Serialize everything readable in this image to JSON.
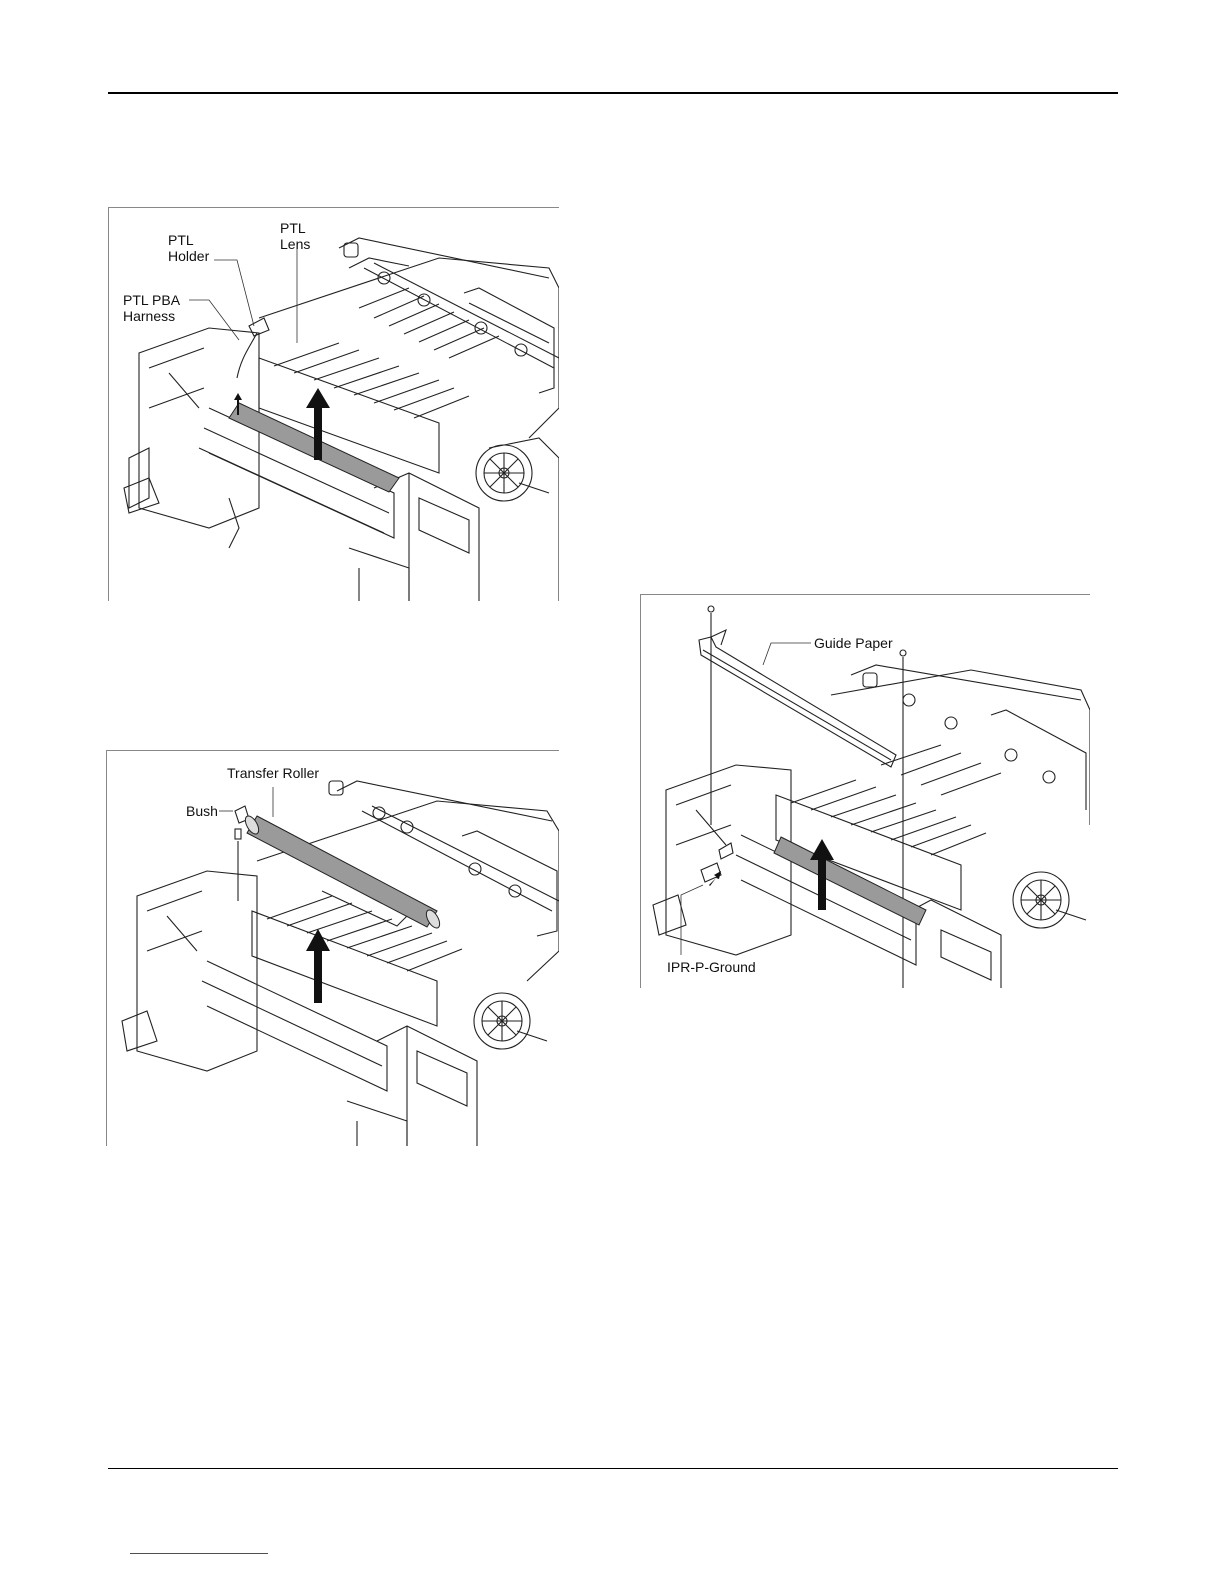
{
  "figures": {
    "fig1": {
      "labels": {
        "ptl_lens": "PTL\nLens",
        "ptl_holder": "PTL\nHolder",
        "ptl_pba_harness": "PTL PBA\nHarness"
      }
    },
    "fig2": {
      "labels": {
        "transfer_roller": "Transfer Roller",
        "bush": "Bush"
      }
    },
    "fig3": {
      "labels": {
        "guide_paper": "Guide Paper",
        "ipr_p_ground": "IPR-P-Ground"
      }
    }
  }
}
